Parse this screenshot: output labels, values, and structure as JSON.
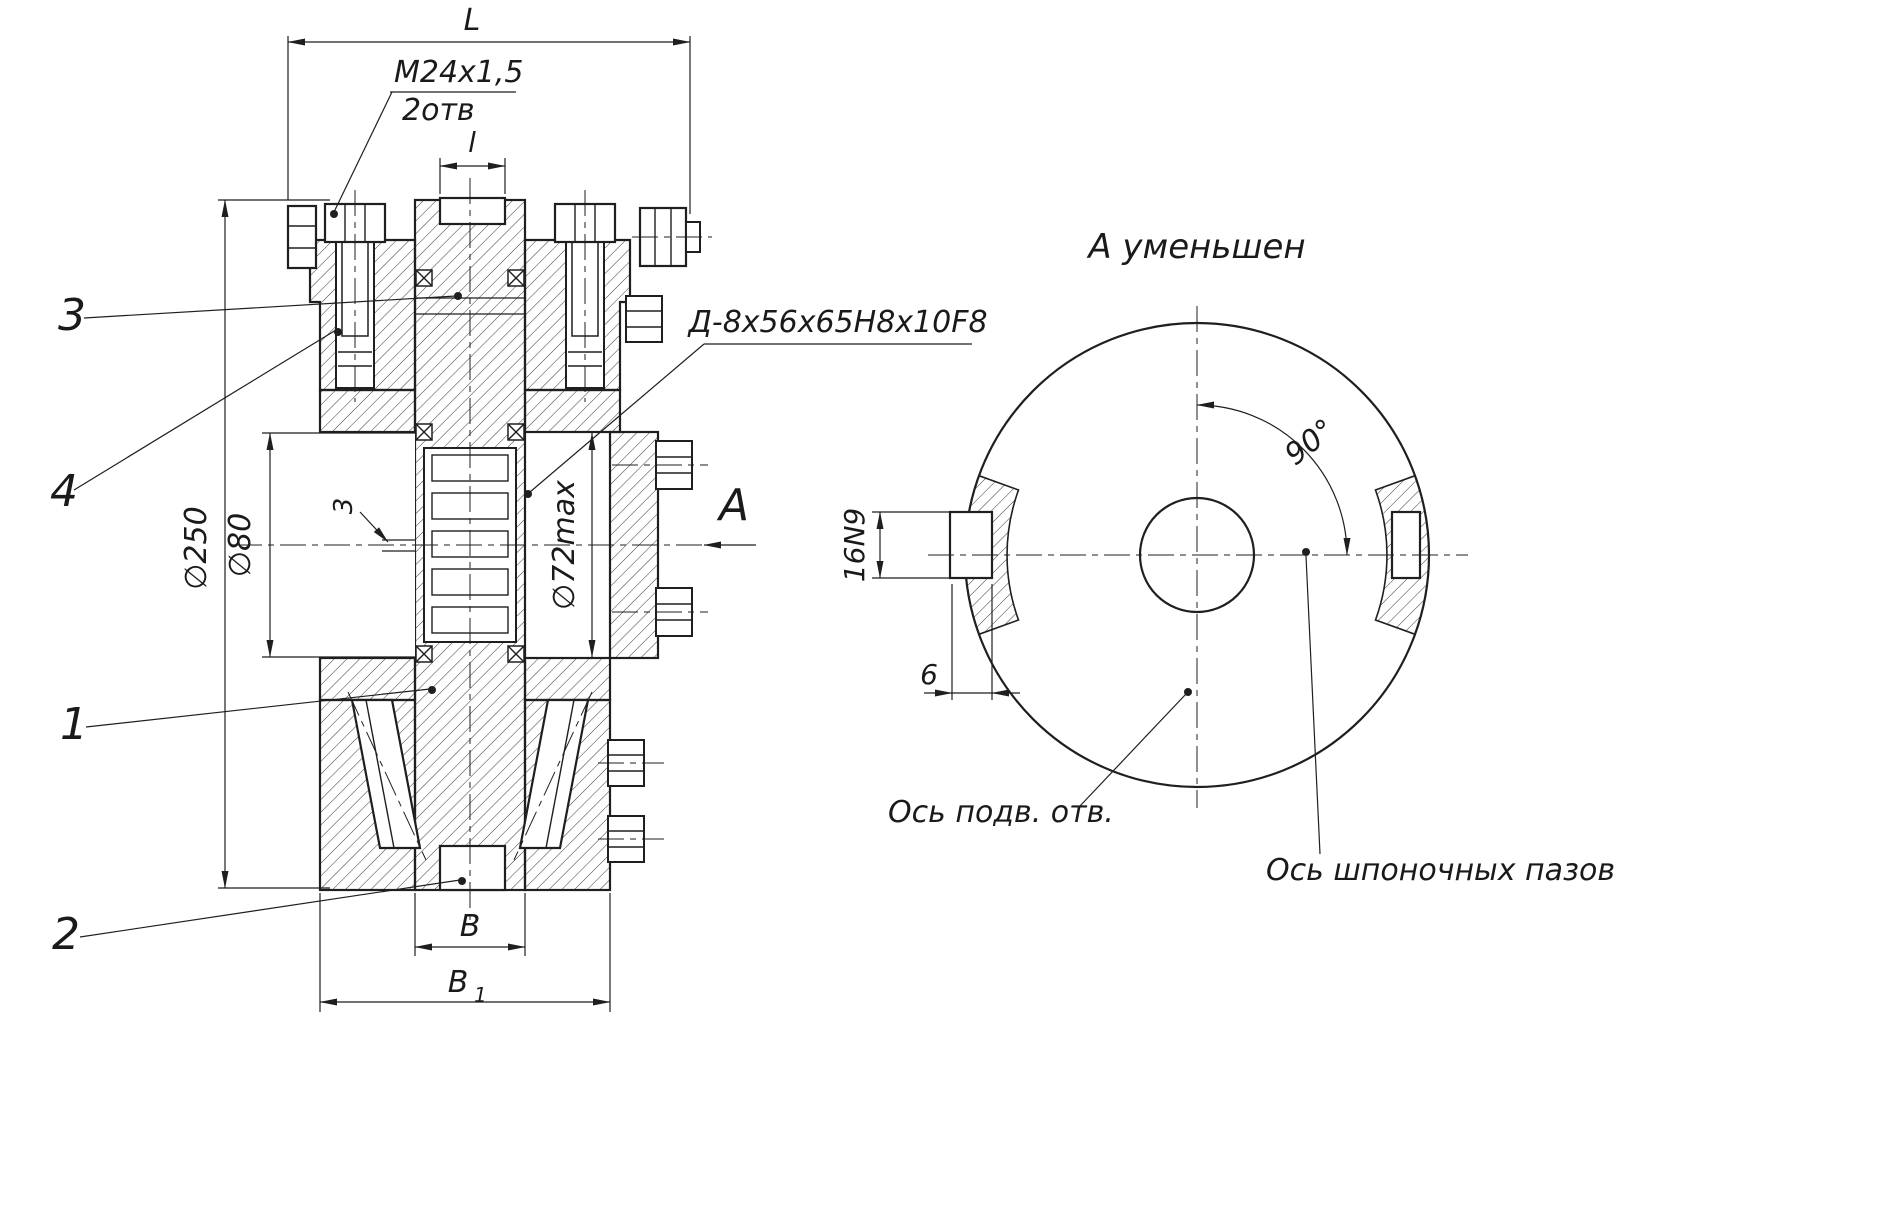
{
  "colors": {
    "ink": "#1f1f1f",
    "background": "#ffffff"
  },
  "section_view": {
    "callouts": {
      "c1": "1",
      "c2": "2",
      "c3": "3",
      "c4": "4"
    },
    "dims": {
      "L": "L",
      "l": "l",
      "B": "В",
      "B1_main": "В",
      "B1_sub": "1",
      "d250": "∅250",
      "d80": "∅80",
      "d72": "∅72max",
      "gap3": "3"
    },
    "notes": {
      "thread": "M24x1,5",
      "thread_qty": "2отв",
      "spline": "Д-8x56x65H8x10F8"
    },
    "view_label": "А"
  },
  "end_view": {
    "title": "А уменьшен",
    "dims": {
      "angle": "90°",
      "key_width": "16N9",
      "key_depth": "6"
    },
    "notes": {
      "hole_axis": "Ось подв. отв.",
      "keyway_axis": "Ось шпоночных пазов"
    }
  }
}
